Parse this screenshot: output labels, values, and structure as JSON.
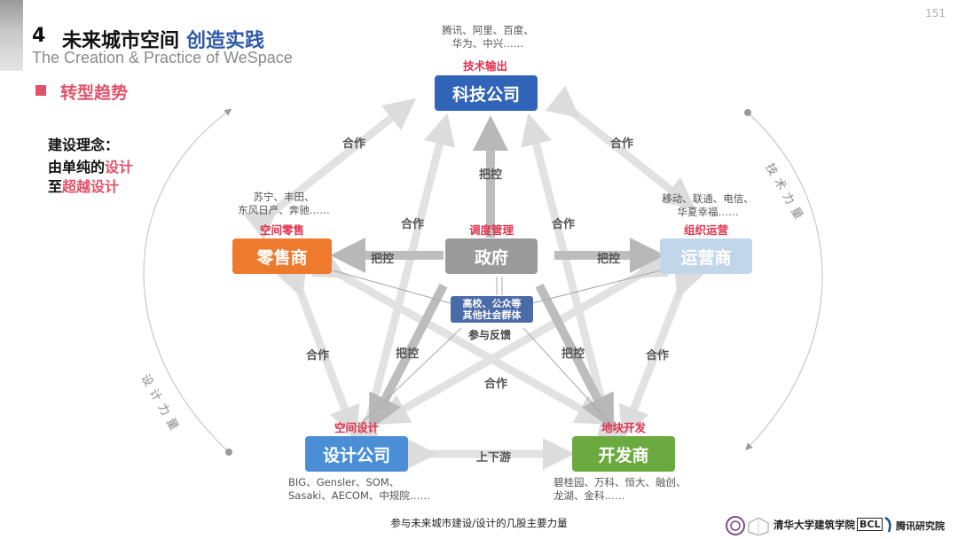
{
  "page_number": "151",
  "header": {
    "number": "4",
    "title": "未来城市空间",
    "title_accent": "创造实践",
    "subtitle": "The Creation & Practice of WeSpace"
  },
  "trend": "转型趋势",
  "concept": {
    "line1": "建设理念：",
    "line2_prefix": "由单纯的",
    "line2_accent": "设计",
    "line3_prefix": "至",
    "line3_accent": "超越设计"
  },
  "nodes": {
    "tech": {
      "label": "科技公司",
      "role": "技术输出",
      "examples": "腾讯、阿里、百度、\n华为、中兴……",
      "color": "#2f64b8"
    },
    "retail": {
      "label": "零售商",
      "role": "空间零售",
      "examples": "苏宁、丰田、\n东风日产、奔驰……",
      "color": "#ee7a2e"
    },
    "gov": {
      "label": "政府",
      "role": "调度管理",
      "color": "#9a9a9a"
    },
    "ops": {
      "label": "运营商",
      "role": "组织运营",
      "examples": "移动、联通、电信、\n华夏幸福……",
      "color": "#c2d6ea"
    },
    "society": {
      "label": "高校、公众等\n其他社会群体",
      "role": "参与反馈",
      "color": "#4a6aa8"
    },
    "design": {
      "label": "设计公司",
      "role": "空间设计",
      "examples": "BIG、Gensler、SOM、\nSasaki、AECOM、中规院……",
      "color": "#4a8fd6"
    },
    "dev": {
      "label": "开发商",
      "role": "地块开发",
      "examples": "碧桂园、万科、恒大、融创、\n龙湖、金科……",
      "color": "#6aaa3e"
    }
  },
  "edge_labels": {
    "coop": "合作",
    "control": "把控",
    "upstream": "上下游"
  },
  "side_labels": {
    "right": "技术力量",
    "left": "设计力量"
  },
  "caption": "参与未来城市建设/设计的几股主要力量",
  "footer": {
    "tsinghua": "清华大学建筑学院",
    "bcl": "BCL",
    "tencent": "腾讯研究院"
  }
}
